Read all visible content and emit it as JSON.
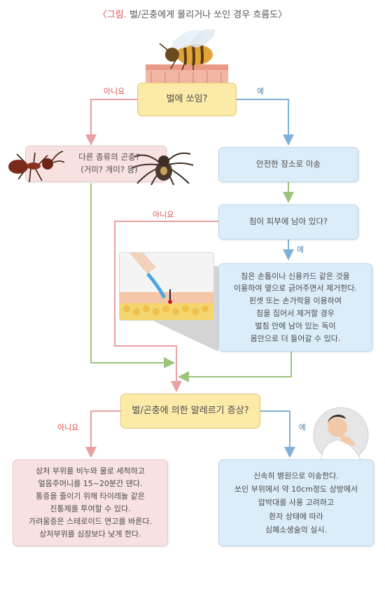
{
  "title": {
    "tag": "〈그림.",
    "text": " 벌/곤충에게 물리거나 쏘인 경우 흐름도〉"
  },
  "nodes": {
    "q_sting": "벌에 쏘임?",
    "q_other": [
      "다른 종류의 곤충?",
      "(거미? 개미? 등)"
    ],
    "move_safe": "안전한 장소로 이송",
    "q_stinger": "침이 피부에 남아 있다?",
    "remove_stinger": [
      "침은 손톱이나 신용카드 같은 것을",
      "이용하여 옆으로 긁어주면서 제거한다.",
      "핀셋 또는 손가락을 이용하여",
      "침을 집어서 제거할 경우",
      "벌침 안에 남아 있는 독이",
      "몸안으로 더 들어갈 수 있다."
    ],
    "q_allergy": "벌/곤충에 의한 알레르기 증상?",
    "no_allergy": [
      "상처 부위를 비누와 물로 세척하고",
      "얼음주머니를 15~20분간 댄다.",
      "통증을 줄이기 위해 타이레놀 같은",
      "진통제를 투여할 수 있다.",
      "가려움증은 스테로이드 연고를 바른다.",
      "상처부위를 심장보다 낮게 한다."
    ],
    "yes_allergy": [
      "신속히 병원으로 이송한다.",
      "쏘인 부위에서 약 10cm정도 상방에서",
      "압박대를 사용 고려하고",
      "환자 상태에 따라",
      "심폐소생술의 실시."
    ]
  },
  "labels": {
    "no": "아니요",
    "yes": "예"
  },
  "colors": {
    "no_line": "#e8a0a0",
    "yes_line": "#7fb0d6",
    "green_line": "#9cc47a",
    "yellow_box": "#fbeaa8",
    "blue_box": "#dcedfa",
    "pink_box": "#f8e1e1"
  },
  "icons": [
    "bee-on-skin-illustration",
    "ant-illustration",
    "spider-illustration",
    "stinger-removal-illustration",
    "patient-neck-illustration"
  ]
}
